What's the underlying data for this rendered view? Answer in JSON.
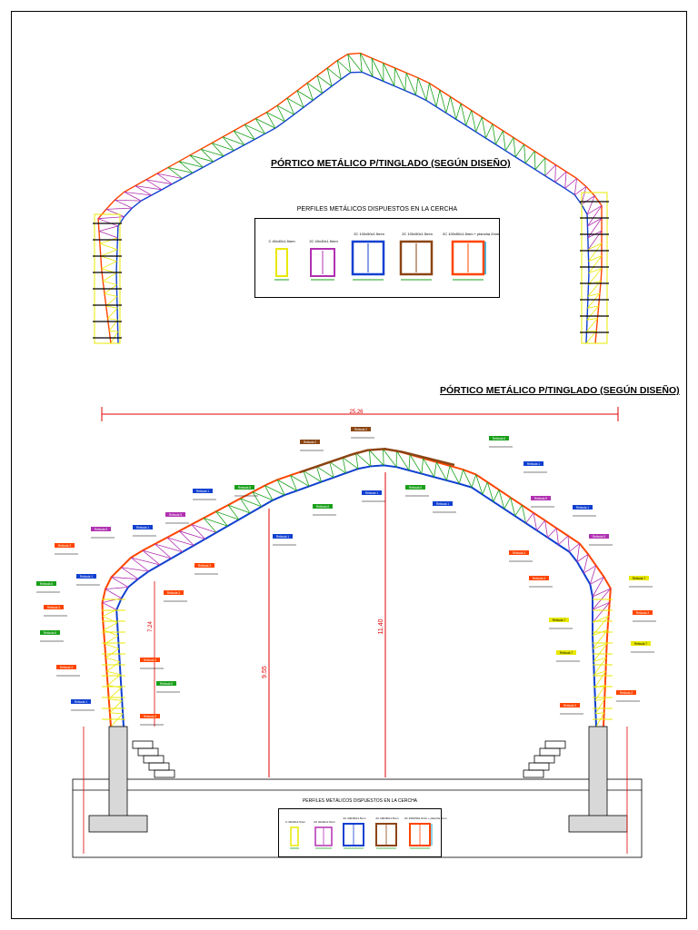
{
  "titles": {
    "top": "PÓRTICO METÁLICO P/TINGLADO (SEGÚN DISEÑO)",
    "bottom": "PÓRTICO METÁLICO P/TINGLADO (SEGÚN DISEÑO)"
  },
  "legend": {
    "heading": "PERFILES METÁLICOS DISPUESTOS EN LA CERCHA",
    "items": [
      {
        "caption": "C 40x40x1.5mm",
        "color": "#e8e800"
      },
      {
        "caption": "2C 40x40x1.5mm",
        "color": "#b030b0"
      },
      {
        "caption": "2C 100x50x1.5mm",
        "color": "#1040d0"
      },
      {
        "caption": "2C 100x50x1.5mm",
        "color": "#8b4513"
      },
      {
        "caption": "2C 100x50x1.5mm + plancha 2mm",
        "color": "#ff4500"
      }
    ]
  },
  "dimensions": {
    "span": "25.26",
    "h1": "9.55",
    "h2": "11.40",
    "h3": "7.24"
  },
  "colors": {
    "yellow": "#e8e800",
    "purple": "#b030b0",
    "blue": "#1040d0",
    "brown": "#8b4513",
    "red": "#ff4500",
    "green": "#1aa01a",
    "dim": "#e00000"
  },
  "tags": {
    "r1": "Reticula 1",
    "r2": "Reticula 2",
    "r3": "Reticula 3",
    "r4": "Reticula 4",
    "r5": "Reticula 5",
    "r6": "Reticula 6",
    "r7": "Reticula 7"
  }
}
